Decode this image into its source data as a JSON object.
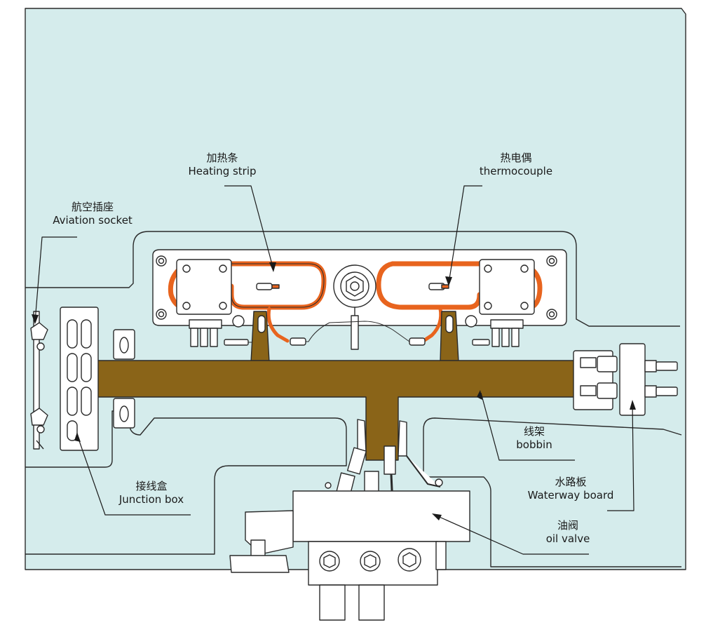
{
  "labels": {
    "heating_strip": {
      "zh": "加热条",
      "en": "Heating strip"
    },
    "thermocouple": {
      "zh": "热电偶",
      "en": "thermocouple"
    },
    "aviation_socket": {
      "zh": "航空插座",
      "en": "Aviation socket"
    },
    "bobbin": {
      "zh": "线架",
      "en": "bobbin"
    },
    "waterway_board": {
      "zh": "水路板",
      "en": "Waterway board"
    },
    "junction_box": {
      "zh": "接线盒",
      "en": "Junction box"
    },
    "oil_valve": {
      "zh": "油阀",
      "en": "oil valve"
    }
  },
  "colors": {
    "background_panel": "#d5ecec",
    "bobbin": "#8a6418",
    "heating_strip": "#e8641e",
    "outline": "#2a2a2a",
    "component_fill": "#ffffff"
  }
}
